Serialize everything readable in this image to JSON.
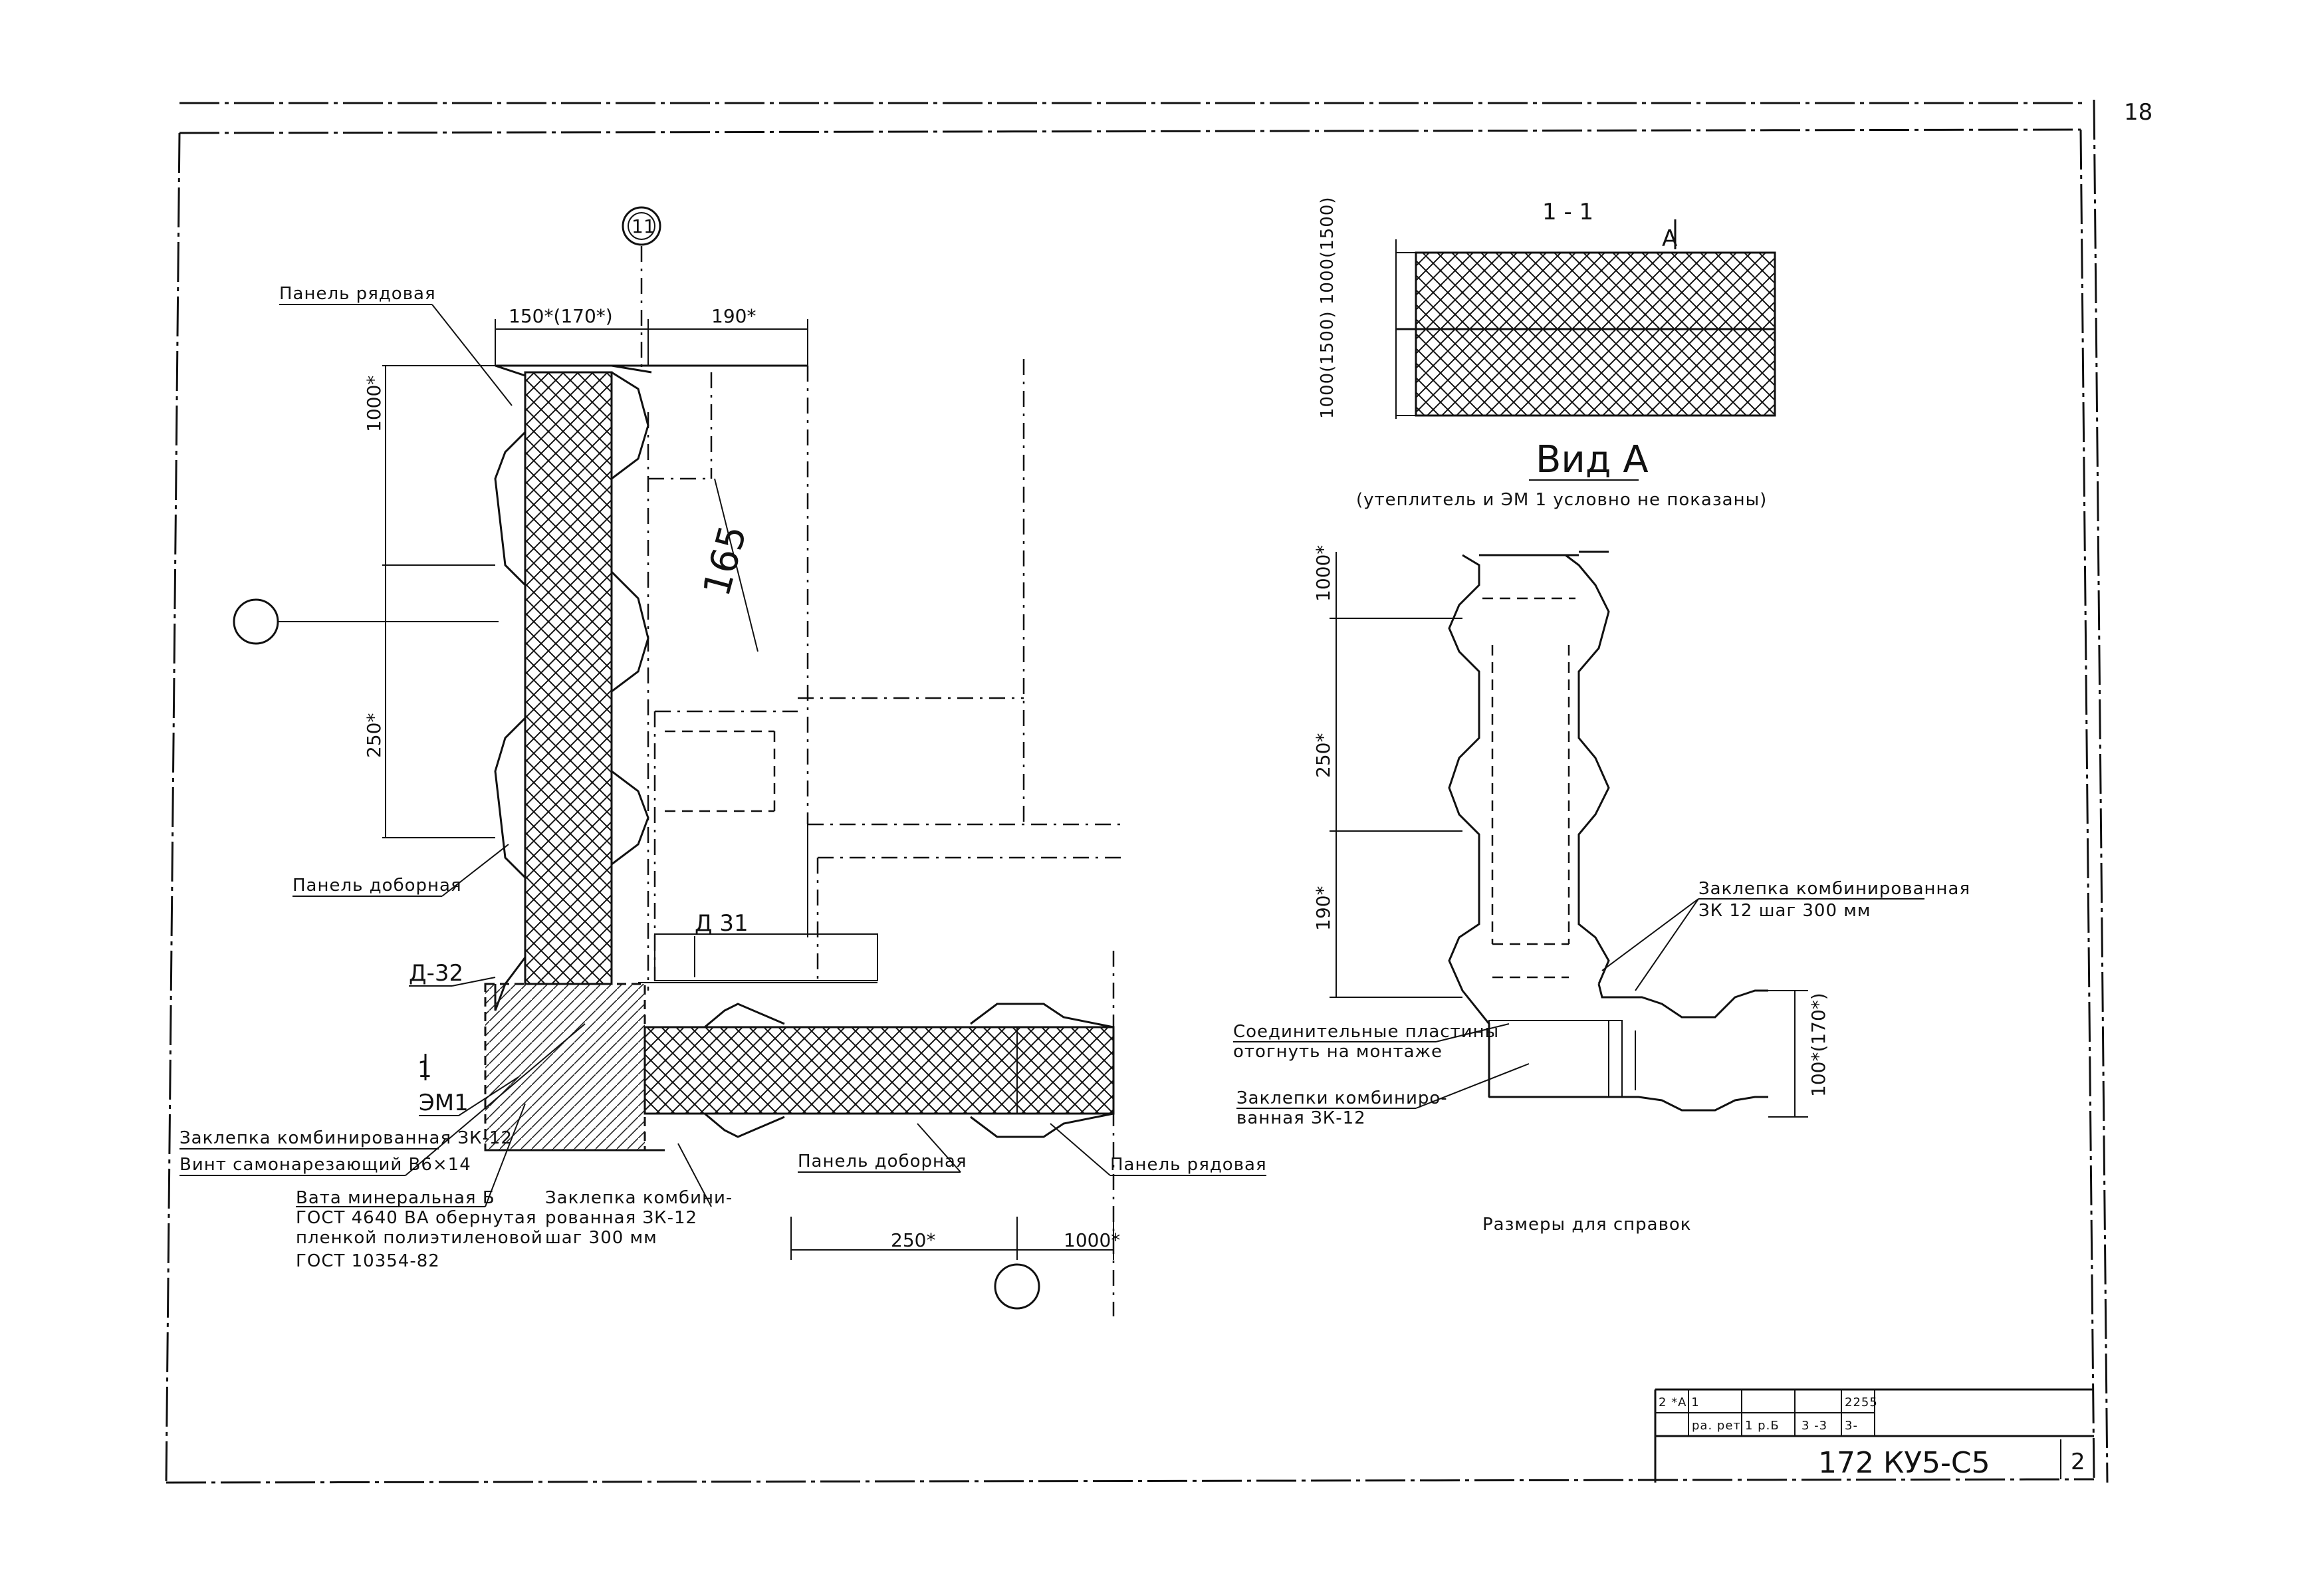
{
  "sheet_number": "18",
  "section_marker": "11",
  "labels": {
    "panel_row_top": "Панель рядовая",
    "panel_extra_left": "Панель доборная",
    "d32": "Д-32",
    "section_mark": "1",
    "em1": "ЭМ1",
    "rivet_combined": "Заклепка комбинированная ЗК-12",
    "screw": "Винт самонарезающий В6×14",
    "mineral_wool": [
      "Вата минеральная Б",
      "ГОСТ 4640 ВА обернутая",
      "пленкой полиэтиленовой",
      "ГОСТ 10354-82"
    ],
    "rivet_step": [
      "Заклепка комбини-",
      "рованная ЗК-12",
      "шаг 300 мм"
    ],
    "panel_extra_bottom": "Панель доборная",
    "panel_row_bottom": "Панель рядовая",
    "d31": "Д 31",
    "dim_width": "150*(170*)",
    "dim_190": "190*",
    "dim_1000_top": "1000*",
    "dim_250_left": "250*",
    "dim_165": "165",
    "dim_250_bottom": "250*",
    "dim_1000_bottom": "1000*"
  },
  "section_1_1": {
    "title": "1 - 1",
    "marker": "А",
    "dim_vertical": "1000(1500) 1000(1500)"
  },
  "view_a": {
    "title": "Вид А",
    "note": "(утеплитель и ЭМ 1 условно не показаны)",
    "dim_1000": "1000*",
    "dim_250": "250*",
    "dim_190": "190*",
    "dim_right": "100*(170*)",
    "rivet_label": [
      "Заклепка комбинированная",
      "ЗК 12 шаг 300 мм"
    ],
    "plates_label": [
      "Соединительные пластины",
      "отогнуть на монтаже"
    ],
    "rivet2_label": [
      "Заклепки комбиниро-",
      "ванная ЗК-12"
    ],
    "footnote": "Размеры для справок"
  },
  "title_block": {
    "code": "172 КУ5-С5",
    "page": "2",
    "cells": [
      "2 *А 1",
      "ра. рет",
      "1 р.Б",
      "3 -3",
      "2255",
      "3-"
    ]
  }
}
